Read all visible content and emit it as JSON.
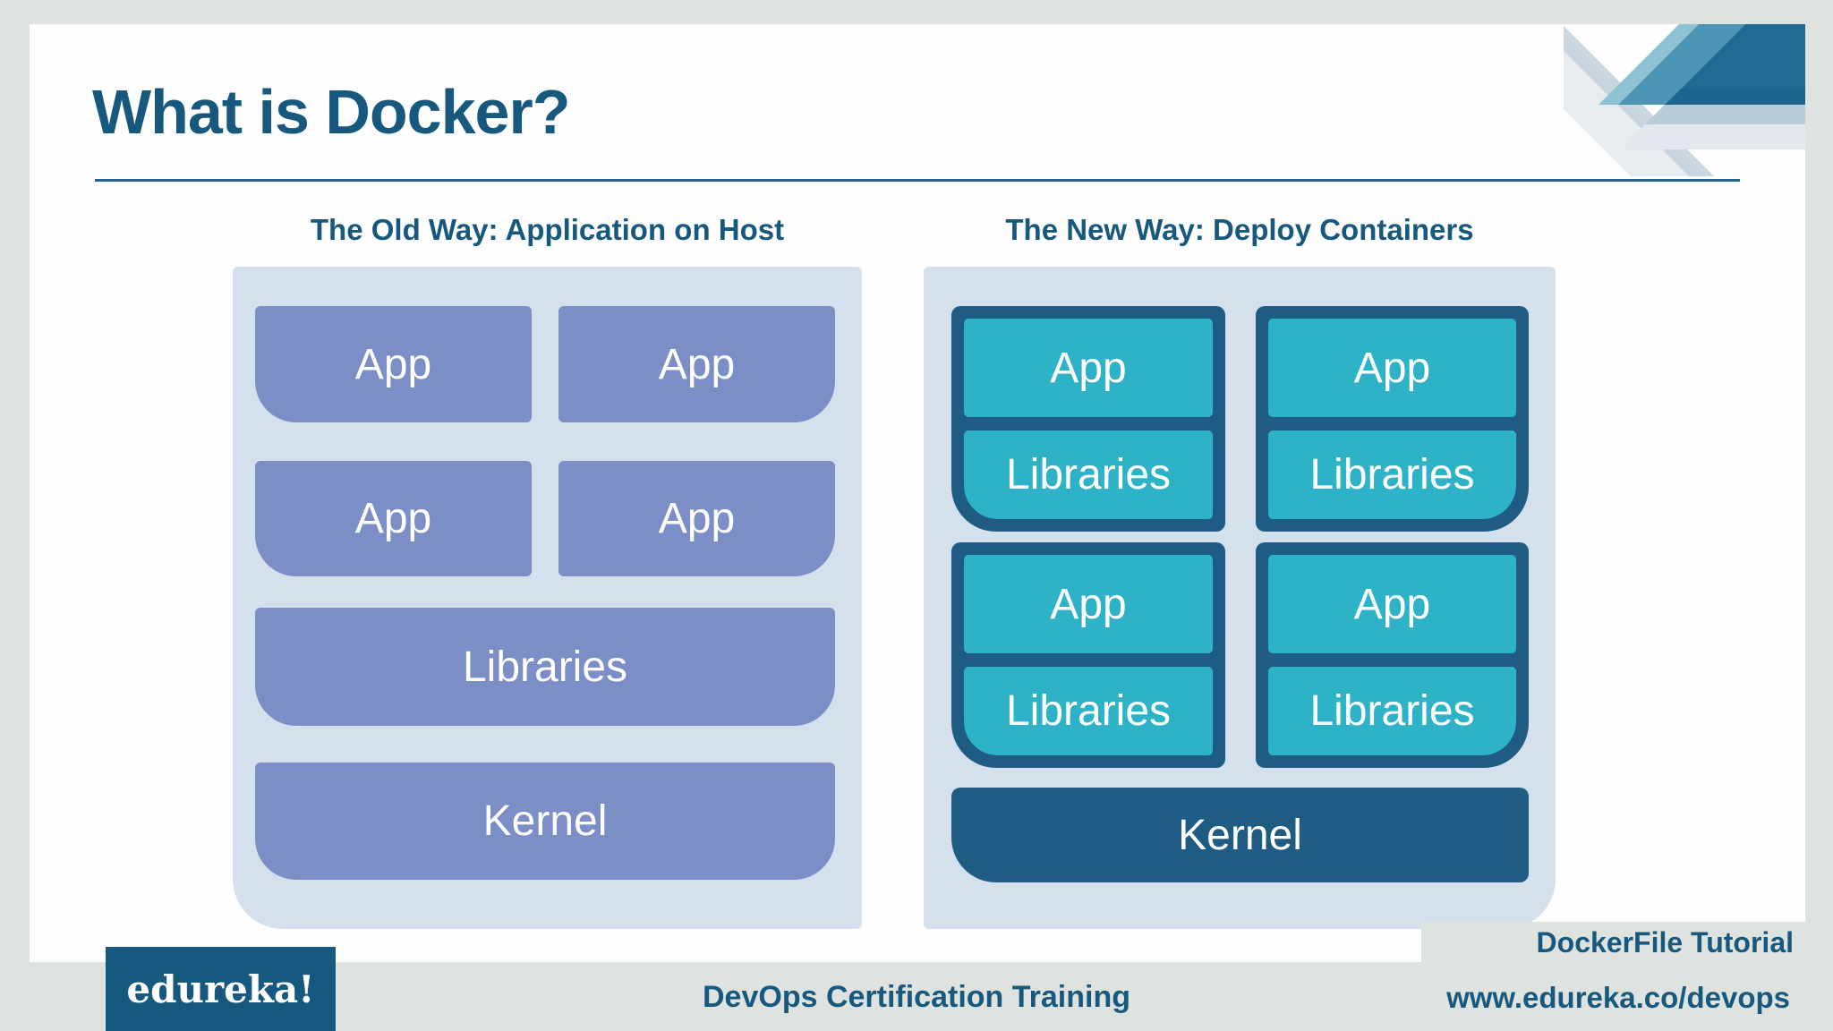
{
  "colors": {
    "page_bg": "#dfe3e0",
    "slide_bg": "#fdfefd",
    "accent_navy": "#17587e",
    "container_light_blue": "#d4e1ec",
    "old_way_box_periwinkle": "#7b8ec5",
    "container_navy": "#1e5c83",
    "teal_box": "#2eb2c7",
    "decor_dark_blue": "#206a94",
    "decor_medium_blue": "#4e94b4",
    "decor_light_blue": "#8ec1d2",
    "box_text": "#ffffff"
  },
  "slide": {
    "title": "What is Docker?",
    "old_way": {
      "heading": "The Old Way: Application on Host",
      "apps": [
        "App",
        "App",
        "App",
        "App"
      ],
      "libraries": "Libraries",
      "kernel": "Kernel"
    },
    "new_way": {
      "heading": "The New Way: Deploy Containers",
      "containers": [
        {
          "app": "App",
          "libraries": "Libraries"
        },
        {
          "app": "App",
          "libraries": "Libraries"
        },
        {
          "app": "App",
          "libraries": "Libraries"
        },
        {
          "app": "App",
          "libraries": "Libraries"
        }
      ],
      "kernel": "Kernel"
    }
  },
  "footer": {
    "logo_text": "edureka!",
    "course_label": "DevOps Certification Training",
    "tutorial_label": "DockerFile Tutorial",
    "url": "www.edureka.co/devops"
  }
}
